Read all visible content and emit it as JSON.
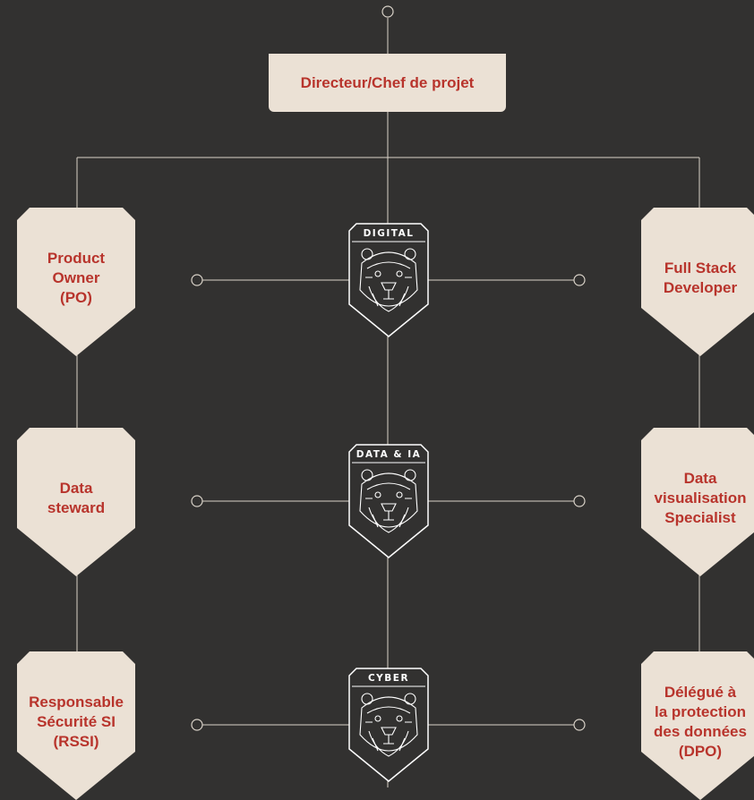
{
  "top_node": {
    "label": "Directeur/Chef de projet"
  },
  "left_column": [
    {
      "label": "Product\nOwner\n(PO)"
    },
    {
      "label": "Data\nsteward"
    },
    {
      "label": "Responsable\nSécurité SI\n(RSSI)"
    }
  ],
  "right_column": [
    {
      "label": "Full Stack\nDeveloper"
    },
    {
      "label": "Data\nvisualisation\nSpecialist"
    },
    {
      "label": "Délégué à\nla protection\ndes données\n(DPO)"
    }
  ],
  "badges": [
    {
      "label": "DIGITAL",
      "icon": "bear-head-icon"
    },
    {
      "label": "DATA & IA",
      "icon": "bear-head-icon"
    },
    {
      "label": "CYBER",
      "icon": "bear-head-icon"
    }
  ],
  "colors": {
    "background": "#323130",
    "box_fill": "#ebe1d5",
    "text_accent": "#b8342c",
    "line": "#d9d2c8",
    "badge_stroke": "#ffffff"
  }
}
